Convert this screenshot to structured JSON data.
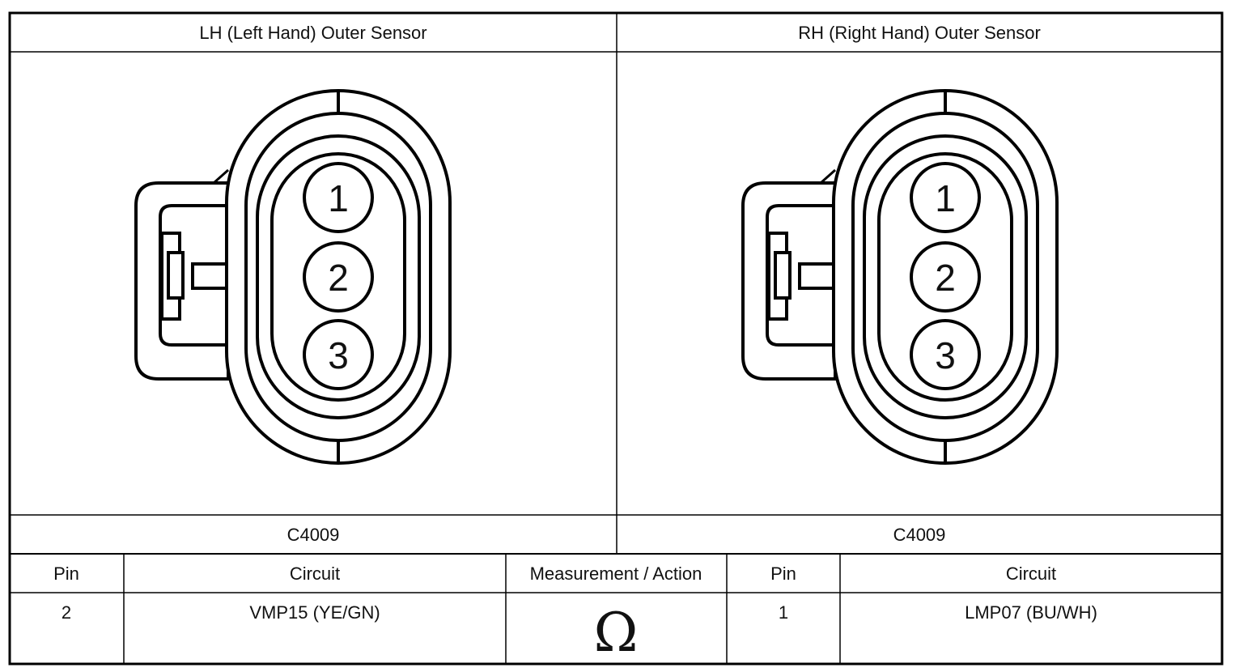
{
  "connectors": [
    {
      "title": "LH (Left Hand) Outer Sensor",
      "connector_id": "C4009",
      "pins": [
        "1",
        "2",
        "3"
      ],
      "orientation": "latch-left"
    },
    {
      "title": "RH (Right Hand) Outer Sensor",
      "connector_id": "C4009",
      "pins": [
        "1",
        "2",
        "3"
      ],
      "orientation": "latch-left"
    }
  ],
  "table": {
    "headers": [
      "Pin",
      "Circuit",
      "Measurement / Action",
      "Pin",
      "Circuit"
    ],
    "rows": [
      {
        "pin_a": "2",
        "circuit_a": "VMP15 (YE/GN)",
        "measurement": "Ω",
        "pin_b": "1",
        "circuit_b": "LMP07 (BU/WH)"
      }
    ]
  }
}
